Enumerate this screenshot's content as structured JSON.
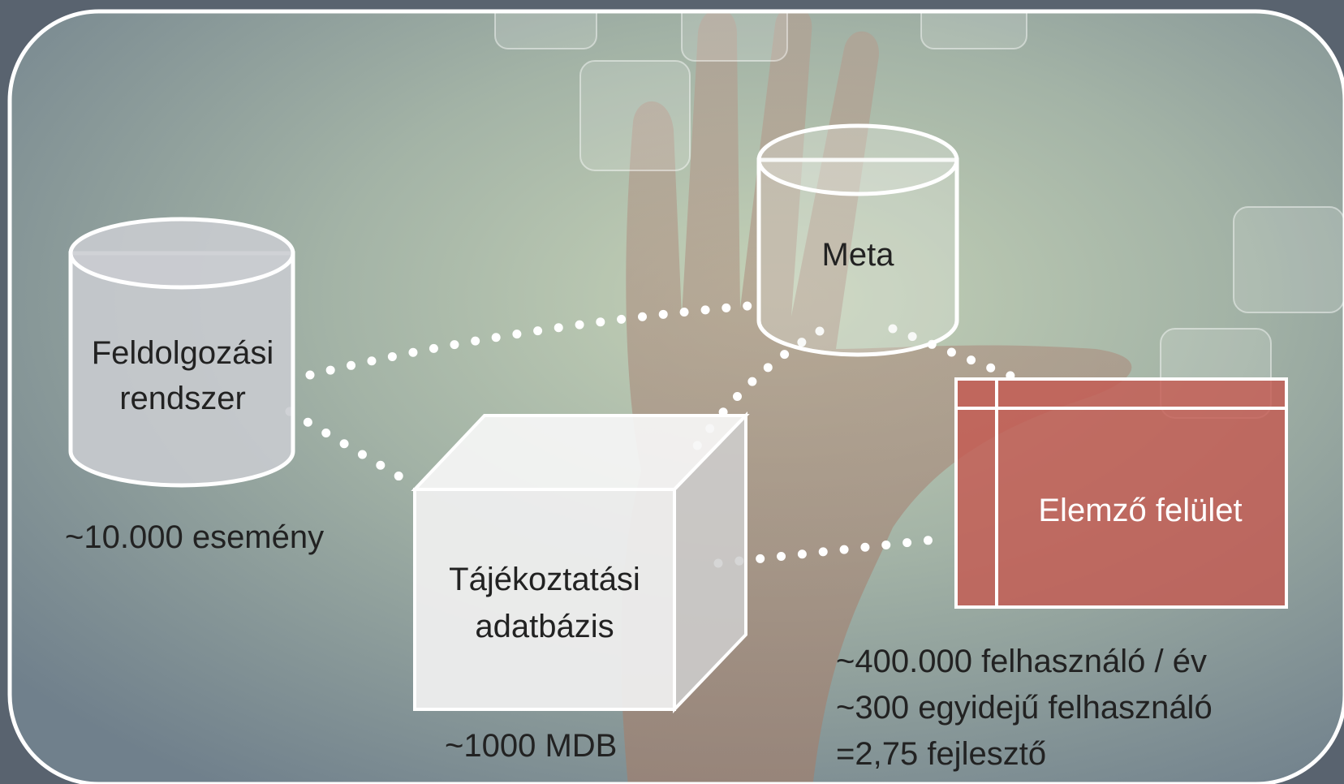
{
  "nodes": {
    "processing": {
      "line1": "Feldolgozási",
      "line2": "rendszer",
      "caption": "~10.000 esemény"
    },
    "meta": {
      "label": "Meta"
    },
    "info_db": {
      "line1": "Tájékoztatási",
      "line2": "adatbázis",
      "caption": "~1000 MDB"
    },
    "analysis": {
      "label": "Elemző felület",
      "stats": [
        "~400.000 felhasználó / év",
        "~300 egyidejű felhasználó",
        "=2,75 fejlesztő"
      ]
    }
  },
  "colors": {
    "frame_border": "#ffffff",
    "cylinder_fill": "#c9ccd0",
    "cube_front": "#eeeeee",
    "panel_fill": "#c45a52",
    "connector": "#ffffff"
  }
}
